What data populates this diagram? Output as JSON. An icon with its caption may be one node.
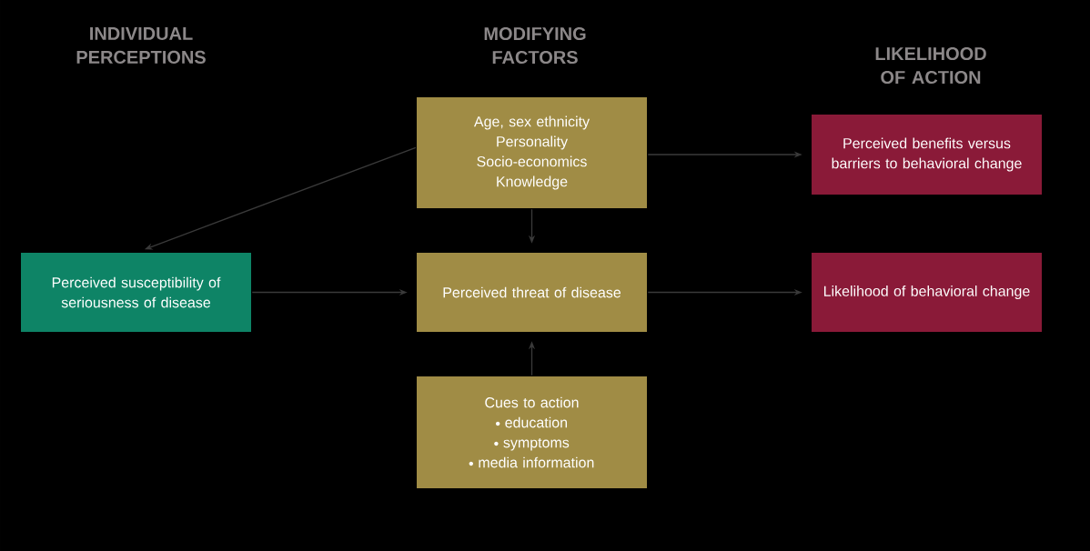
{
  "diagram": {
    "nodes": [
      {
        "text": [
          "Perceived susceptibility of seriousness of disease"
        ]
      },
      {
        "text": [
          "Age, sex ethnicity",
          "Personality",
          "Socio-economics",
          "Knowledge"
        ]
      },
      {
        "text": [
          "Perceived threat of disease"
        ]
      },
      {
        "text": [
          "Cues to action",
          "education",
          "symptoms",
          "media information"
        ]
      },
      {
        "text": [
          "Perceived benefits versus barriers to behavioral change"
        ]
      },
      {
        "text": [
          "Likelihood of behavioral change"
        ]
      }
    ],
    "edges": [
      {
        "from": 1,
        "to": 0,
        "arrow": "to"
      },
      {
        "from": 0,
        "to": 2,
        "arrow": "to"
      },
      {
        "from": 1,
        "to": 2,
        "arrow": "to"
      },
      {
        "from": 3,
        "to": 2,
        "arrow": "to"
      },
      {
        "from": 1,
        "to": 4,
        "arrow": "to"
      },
      {
        "from": 2,
        "to": 5,
        "arrow": "to"
      }
    ],
    "labels": [
      "INDIVIDUAL PERCEPTIONS",
      "MODIFYING FACTORS",
      "LIKELIHOOD OF ACTION"
    ]
  }
}
